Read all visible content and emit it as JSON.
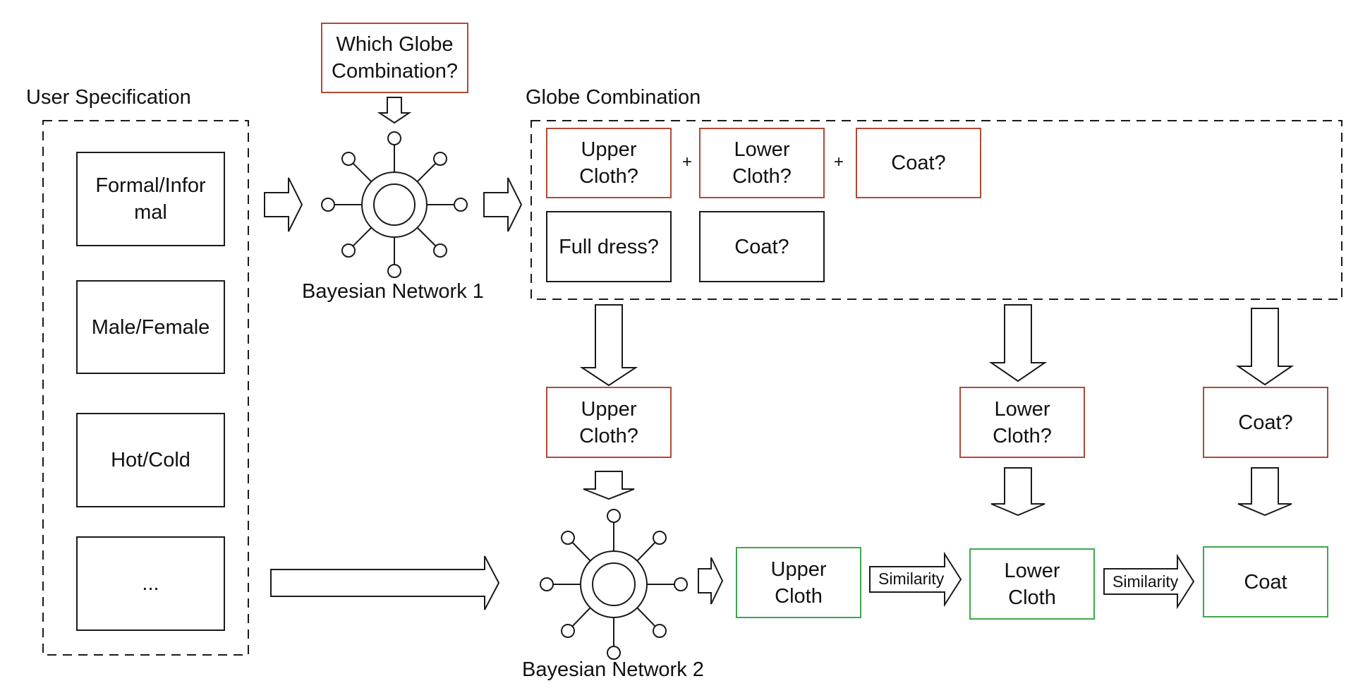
{
  "diagram": {
    "user_spec": {
      "title": "User Specification",
      "items": [
        "Formal/Infor\nmal",
        "Male/Female",
        "Hot/Cold",
        "..."
      ]
    },
    "query": "Which Globe\nCombination?",
    "network1": "Bayesian Network 1",
    "network2": "Bayesian Network 2",
    "globe": {
      "title": "Globe Combination",
      "row1": [
        "Upper\nCloth?",
        "Lower\nCloth?",
        "Coat?"
      ],
      "plus": "+",
      "row2": [
        "Full dress?",
        "Coat?"
      ]
    },
    "mid": [
      "Upper\nCloth?",
      "Lower\nCloth?",
      "Coat?"
    ],
    "outputs": [
      "Upper\nCloth",
      "Lower\nCloth",
      "Coat"
    ],
    "similarity": "Similarity"
  },
  "colors": {
    "line": "#1a1a1a",
    "query_border": "#b04a35",
    "output_border": "#3ea84d"
  }
}
